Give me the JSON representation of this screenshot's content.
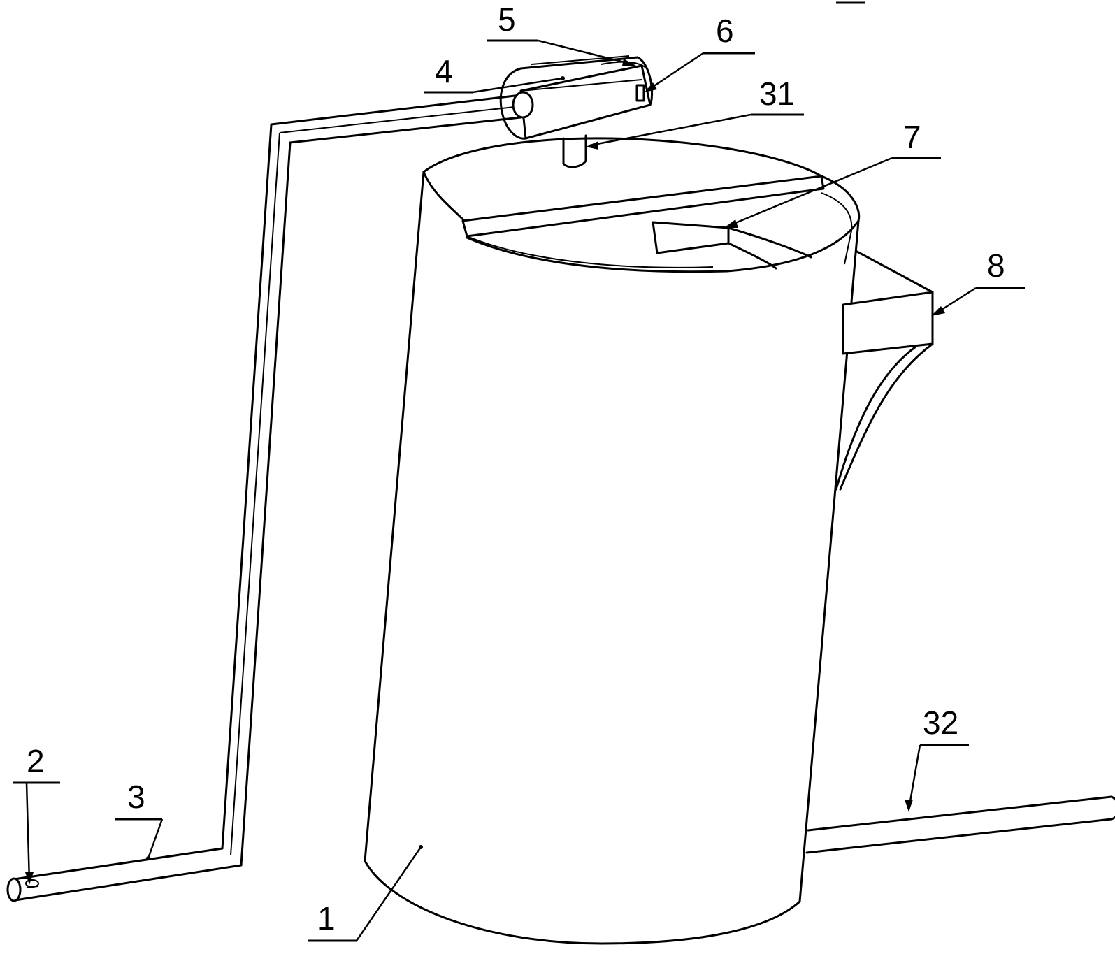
{
  "labels": {
    "l1": "1",
    "l2": "2",
    "l3": "3",
    "l4": "4",
    "l5": "5",
    "l6": "6",
    "l7": "7",
    "l8": "8",
    "l31": "31",
    "l32": "32"
  }
}
